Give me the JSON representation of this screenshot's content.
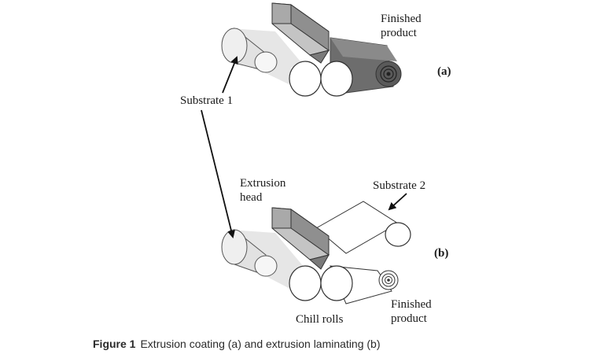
{
  "labels": {
    "finished_product_top_line1": "Finished",
    "finished_product_top_line2": "product",
    "part_a": "(a)",
    "substrate1": "Substrate 1",
    "extrusion_head_line1": "Extrusion",
    "extrusion_head_line2": "head",
    "substrate2": "Substrate 2",
    "part_b": "(b)",
    "finished_product_bottom_line1": "Finished",
    "finished_product_bottom_line2": "product",
    "chill_rolls": "Chill rolls"
  },
  "caption": {
    "label": "Figure 1",
    "text": "Extrusion coating (a) and extrusion laminating (b)"
  }
}
